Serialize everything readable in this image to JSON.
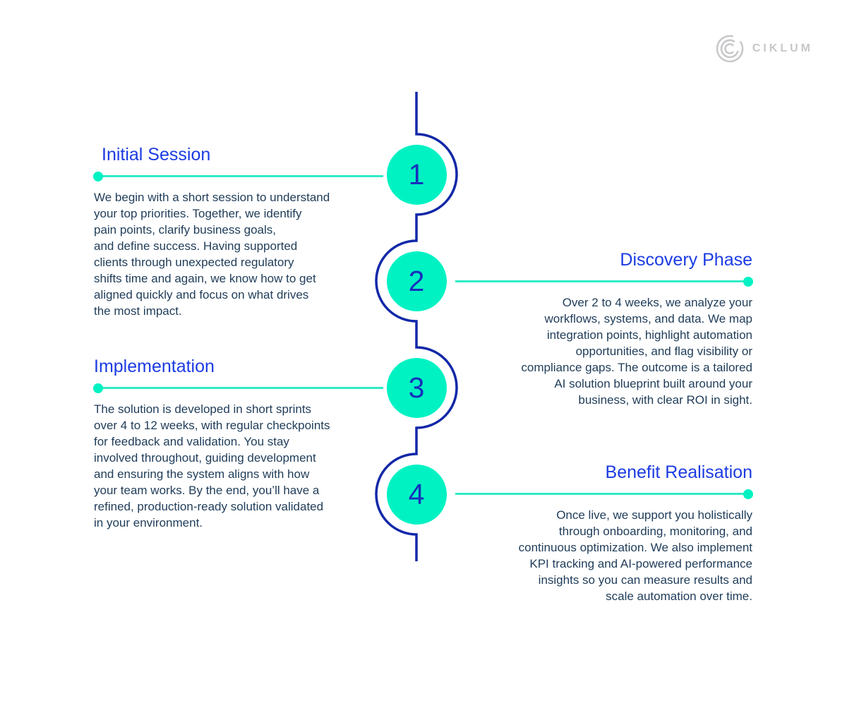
{
  "logo": {
    "brand": "CIKLUM",
    "icon": "ciklum-concentric-c-icon"
  },
  "colors": {
    "background": "#ffffff",
    "heading_blue": "#1b3be3",
    "timeline_blue": "#1228a8",
    "number_blue": "#1730bc",
    "node_teal": "#00f2c3",
    "connector_teal": "#2fecc6",
    "body_text": "#1f3c59",
    "logo_gray": "#c6c7c9"
  },
  "steps": [
    {
      "number": "1",
      "side": "left",
      "title": "Initial Session",
      "description": "We begin with a short session to understand\nyour top priorities. Together, we identify\npain points, clarify business goals,\nand define success. Having supported\nclients through unexpected regulatory\nshifts time and again, we know how to get\naligned quickly and focus on what drives\nthe most impact."
    },
    {
      "number": "2",
      "side": "right",
      "title": "Discovery Phase",
      "description": "Over 2 to 4 weeks, we analyze your\nworkflows, systems, and data. We map\nintegration points, highlight automation\nopportunities, and flag visibility or\ncompliance gaps. The outcome is a tailored\nAI solution blueprint built around your\nbusiness, with clear ROI in sight."
    },
    {
      "number": "3",
      "side": "left",
      "title": "Implementation",
      "description": "The solution is developed in short sprints\nover 4 to 12 weeks, with regular checkpoints\nfor feedback and validation. You stay\ninvolved throughout, guiding development\nand ensuring the system aligns with how\nyour team works. By the end, you’ll have a\nrefined, production-ready solution validated\nin your environment."
    },
    {
      "number": "4",
      "side": "right",
      "title": "Benefit Realisation",
      "description": "Once live, we support you holistically\nthrough onboarding, monitoring, and\ncontinuous optimization. We also implement\nKPI tracking and AI-powered performance\ninsights so you can measure results and\nscale automation over time."
    }
  ]
}
